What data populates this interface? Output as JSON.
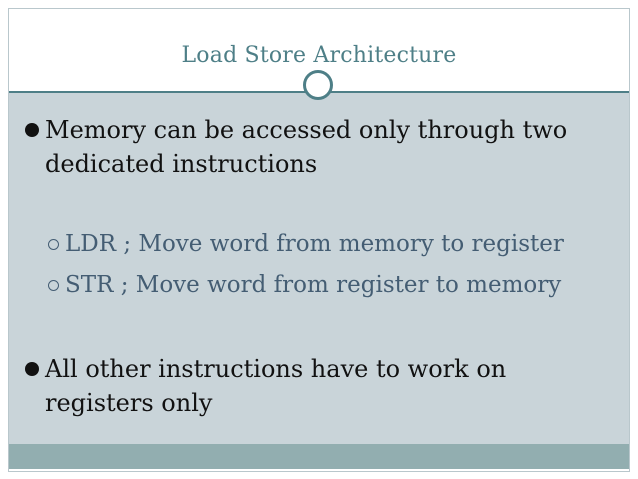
{
  "slide": {
    "title": "Load Store Architecture",
    "bullets": [
      {
        "line1": "Memory can be accessed only through two",
        "line2": "dedicated instructions"
      },
      {
        "line1": "All other instructions have to work on",
        "line2": "registers only"
      }
    ],
    "sub_bullets": [
      "LDR ; Move word from memory to register",
      "STR ; Move word from register to memory"
    ]
  },
  "colors": {
    "title": "#4e7f87",
    "content_background": "#c9d4d9",
    "footer_band": "#92aeb0",
    "body_text": "#111111",
    "sub_text": "#445d73"
  },
  "icons": {
    "bullet": "filled-circle",
    "sub_bullet": "hollow-circle",
    "title_ornament": "ring"
  }
}
